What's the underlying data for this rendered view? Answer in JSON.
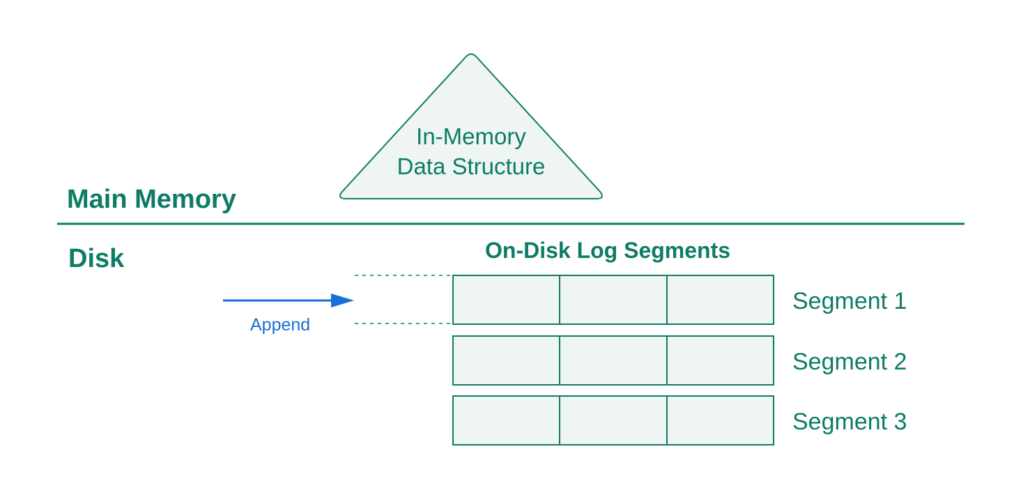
{
  "colors": {
    "primary": "#0d7c66",
    "fill": "#eef5f3",
    "accent": "#1a6fd6"
  },
  "regions": {
    "main_memory": "Main Memory",
    "disk": "Disk"
  },
  "memory_structure": {
    "shape": "triangle",
    "line1": "In-Memory",
    "line2": "Data Structure"
  },
  "log_section": {
    "title": "On-Disk Log Segments",
    "segments": [
      {
        "label": "Segment 1",
        "cells": 3
      },
      {
        "label": "Segment 2",
        "cells": 3
      },
      {
        "label": "Segment 3",
        "cells": 3
      }
    ]
  },
  "append": {
    "label": "Append",
    "arrow_icon": "right-arrow-icon"
  }
}
